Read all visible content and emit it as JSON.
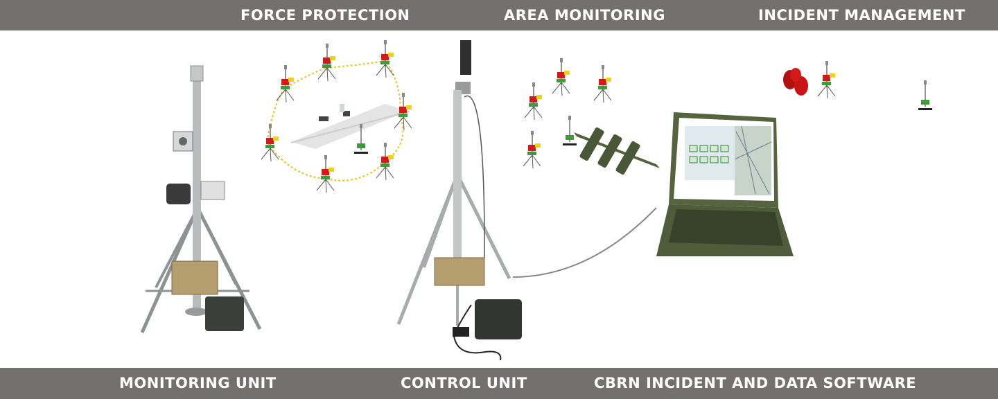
{
  "top_banner": {
    "labels": [
      "FORCE PROTECTION",
      "AREA MONITORING",
      "INCIDENT MANAGEMENT"
    ]
  },
  "bottom_banner": {
    "labels": [
      "MONITORING UNIT",
      "CONTROL UNIT",
      "CBRN INCIDENT AND DATA SOFTWARE"
    ]
  },
  "scene": {
    "items": [
      "monitoring-unit-tripod",
      "force-protection-perimeter",
      "control-unit-tripod",
      "area-monitoring-sensors",
      "rugged-laptop",
      "incident-management-sensors"
    ],
    "colors": {
      "banner": "#757070",
      "metal": "#b9bcbd",
      "olive": "#5d6b45",
      "sensor_red": "#d21a1a",
      "sensor_yellow": "#f1d21a",
      "sensor_green": "#3f9a3a",
      "perimeter": "#e6c21f"
    }
  }
}
